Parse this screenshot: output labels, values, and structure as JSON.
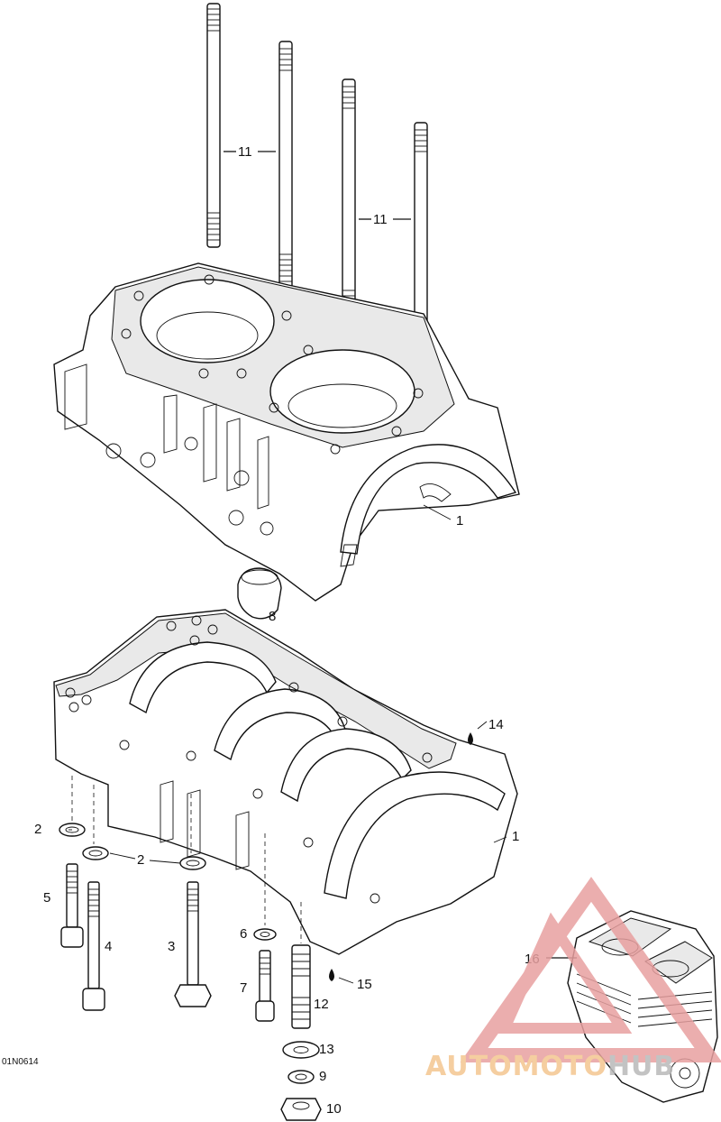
{
  "diagram": {
    "drawing_code": "01N0614",
    "callouts": {
      "c1_upper": "1",
      "c1_lower": "1",
      "c2_left": "2",
      "c2_mid": "2",
      "c3": "3",
      "c4": "4",
      "c5": "5",
      "c6": "6",
      "c7": "7",
      "c8": "8",
      "c9": "9",
      "c10": "10",
      "c11_left": "11",
      "c11_right": "11",
      "c12": "12",
      "c13": "13",
      "c14": "14",
      "c15": "15",
      "c16": "16"
    }
  },
  "watermark": {
    "text": "AUTOMOTOHUB",
    "part1": "AUTOMOTO",
    "part2": "HUB",
    "color_red": "#e8a0a0",
    "color_orange": "#f4c690"
  }
}
